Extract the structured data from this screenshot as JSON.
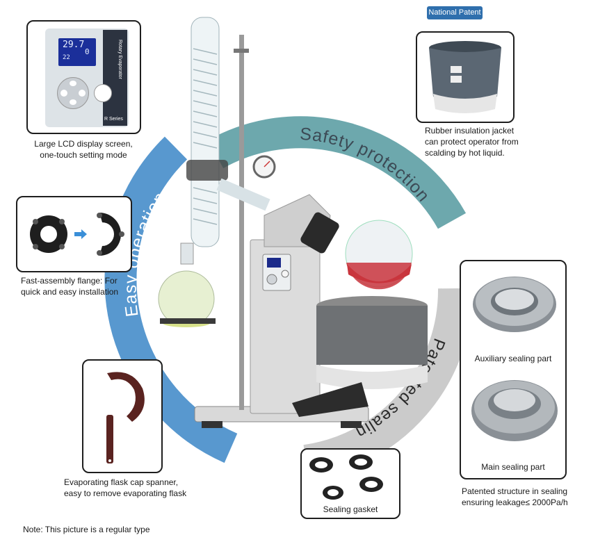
{
  "badge": "National Patent",
  "arcs": {
    "safety": "Safety protection",
    "easy": "Easy operation",
    "patented": "Patented sealing"
  },
  "captions": {
    "lcd": [
      "Large LCD display screen,",
      "one-touch setting mode"
    ],
    "flange": [
      "Fast-assembly flange: For",
      "quick and easy installation"
    ],
    "spanner": [
      "Evaporating flask cap spanner,",
      "easy to remove evaporating flask"
    ],
    "jacket": [
      "Rubber insulation jacket",
      "can protect operator from",
      "scalding by hot liquid."
    ],
    "auxiliary": "Auxiliary sealing part",
    "main": "Main sealing part",
    "structure": [
      "Patented structure in sealing",
      "ensuring leakage≤ 2000Pa/h"
    ],
    "gasket": "Sealing gasket"
  },
  "panel": {
    "temp1": "29.7",
    "temp2": "22",
    "speed": "0",
    "side_label": "Rotary Evaporator",
    "series": "R Series"
  },
  "note": "Note: This picture is a regular type",
  "colors": {
    "teal_arc": "#5d9ea4",
    "blue_arc": "#4a8fcb",
    "grey_arc": "#b8b8b8",
    "badge": "#2f6fad",
    "liquid": "#c9353d"
  }
}
